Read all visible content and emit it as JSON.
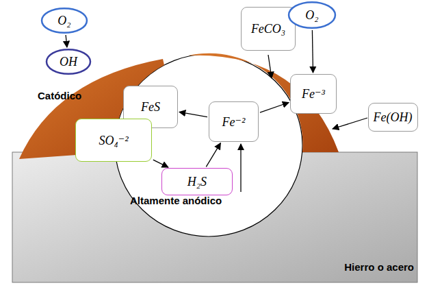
{
  "diagram": {
    "nodes": [
      {
        "text": [
          "O₂"
        ]
      },
      {
        "text": [
          "OH"
        ]
      },
      {
        "text": [
          "FeCO₃"
        ]
      },
      {
        "text": [
          "O₂"
        ]
      },
      {
        "text": [
          "FeS"
        ]
      },
      {
        "text": [
          "Fe⁻³"
        ]
      },
      {
        "text": [
          "Fe(OH)"
        ]
      },
      {
        "text": [
          "SO₄⁻²"
        ]
      },
      {
        "text": [
          "Fe⁻²"
        ]
      },
      {
        "text": [
          "H₂S"
        ]
      }
    ],
    "edges": [
      {
        "from": 0,
        "to": 1,
        "arrow": "to"
      },
      {
        "from": 3,
        "to": 5,
        "arrow": "to"
      },
      {
        "from": 7,
        "to": 9,
        "arrow": "to"
      },
      {
        "from": 9,
        "to": 8,
        "arrow": "to"
      },
      {
        "from": 8,
        "to": 4,
        "arrow": "to"
      },
      {
        "from": 8,
        "to": 5,
        "arrow": "to"
      }
    ],
    "labels": [
      "Catódico",
      "Altamente anódico",
      "Hierro o acero"
    ]
  }
}
